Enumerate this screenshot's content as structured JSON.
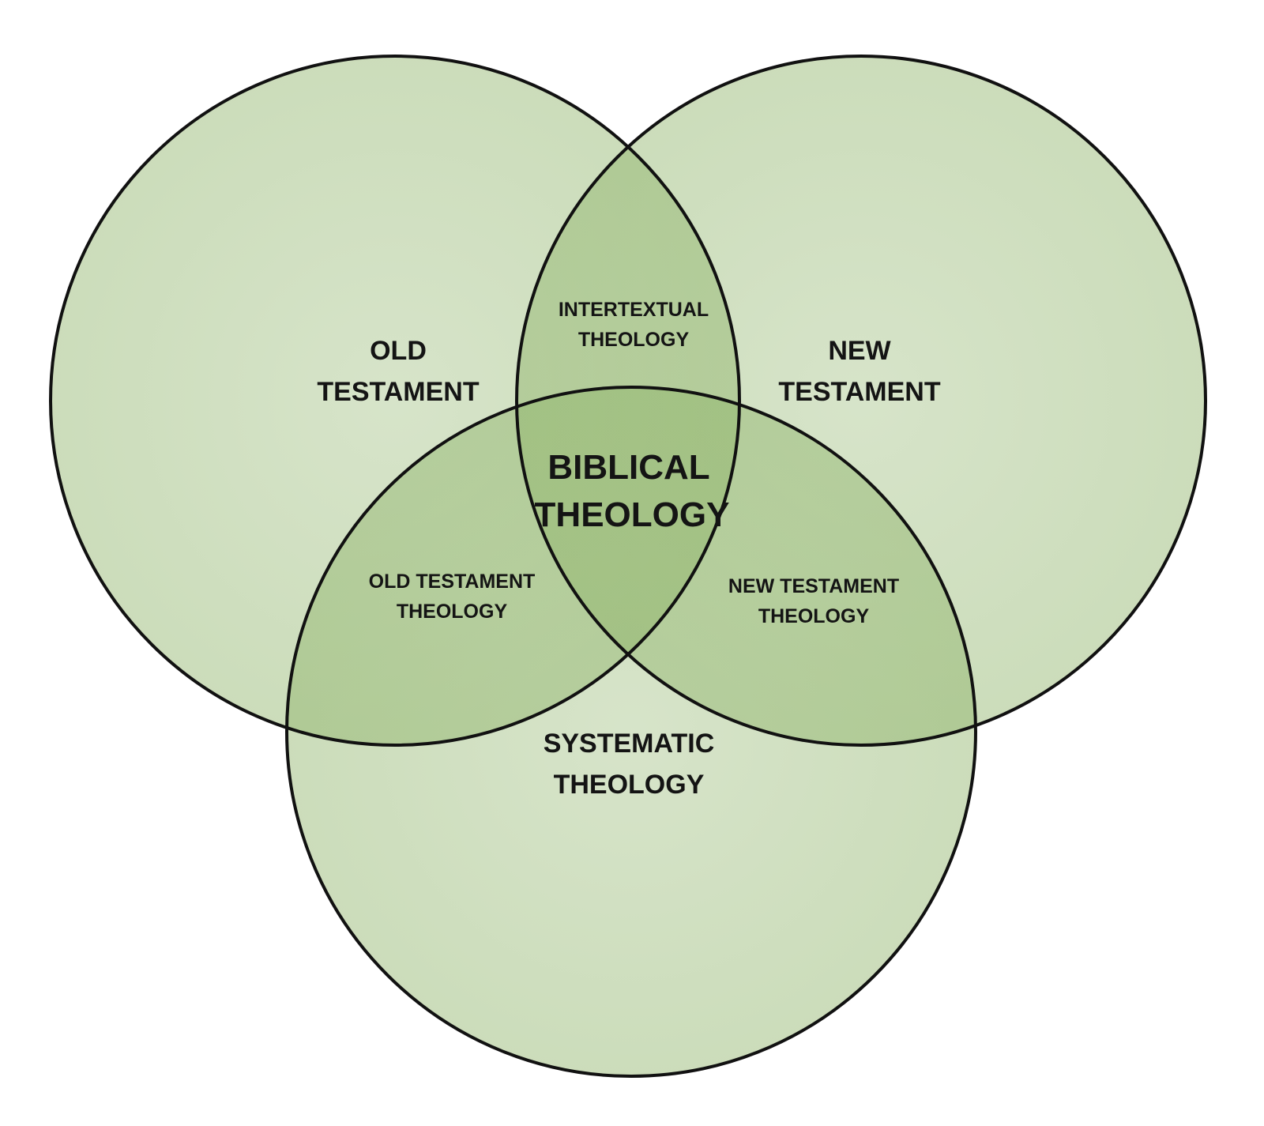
{
  "colors": {
    "fill": "#8fb46a",
    "stroke": "#111111",
    "background": "#ffffff",
    "text": "#141414"
  },
  "circles": {
    "old_testament": {
      "line1": "OLD",
      "line2": "TESTAMENT"
    },
    "new_testament": {
      "line1": "NEW",
      "line2": "TESTAMENT"
    },
    "systematic_theology": {
      "line1": "SYSTEMATIC",
      "line2": "THEOLOGY"
    }
  },
  "intersections": {
    "intertextual_theology": {
      "line1": "INTERTEXTUAL",
      "line2": "THEOLOGY"
    },
    "old_testament_theology": {
      "line1": "OLD TESTAMENT",
      "line2": "THEOLOGY"
    },
    "new_testament_theology": {
      "line1": "NEW TESTAMENT",
      "line2": "THEOLOGY"
    }
  },
  "center": {
    "line1": "BIBLICAL",
    "line2": "THEOLOGY"
  }
}
